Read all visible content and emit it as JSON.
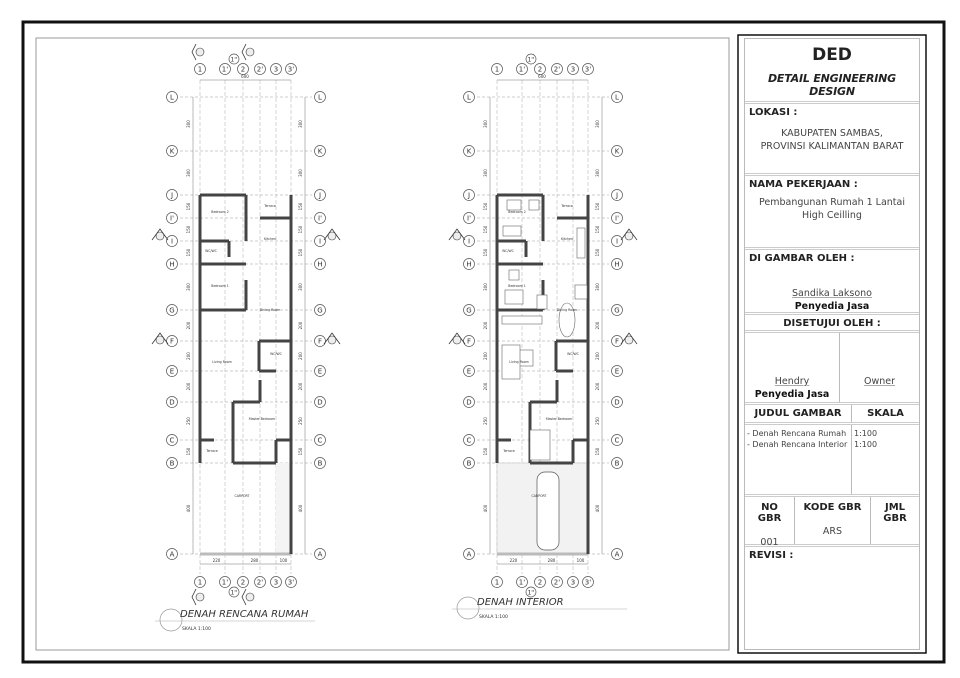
{
  "plans": [
    {
      "title": "DENAH RENCANA RUMAH",
      "scale": "SKALA 1:100",
      "rooms": [
        "Bedroom 2",
        "Terrace",
        "Kitchen",
        "WC/WC",
        "Bedroom 1",
        "Dining Room",
        "WC/WC",
        "Living Room",
        "Master Bedroom",
        "Terrace",
        "CARPORT"
      ]
    },
    {
      "title": "DENAH INTERIOR",
      "scale": "SKALA 1:100",
      "rooms": [
        "Bedroom 2",
        "Terrace",
        "Kitchen",
        "WC/WC",
        "Bedroom 1",
        "Dining Room",
        "WC/WC",
        "Living Room",
        "Master Bedroom",
        "Terrace",
        "CARPORT"
      ]
    }
  ],
  "grid": {
    "columns": [
      "1",
      "1'",
      "2",
      "2'",
      "3",
      "3'"
    ],
    "column_mid": "1''",
    "rows": [
      "L",
      "K",
      "J",
      "I'",
      "I",
      "H",
      "G",
      "F",
      "E",
      "D",
      "C",
      "B",
      "A"
    ],
    "row_dims": [
      "300",
      "300",
      "150",
      "150",
      "150",
      "300",
      "200",
      "200",
      "200",
      "250",
      "150",
      "400"
    ],
    "top_dim": "600",
    "bottom_dims": [
      "220",
      "280",
      "100"
    ]
  },
  "title_block": {
    "code": "DED",
    "subtitle": "DETAIL ENGINEERING DESIGN",
    "lokasi_label": "LOKASI :",
    "lokasi_line1": "KABUPATEN SAMBAS,",
    "lokasi_line2": "PROVINSI KALIMANTAN BARAT",
    "pekerjaan_label": "NAMA PEKERJAAN :",
    "pekerjaan_line1": "Pembangunan Rumah 1 Lantai",
    "pekerjaan_line2": "High Ceilling",
    "digambar_label": "DI GAMBAR OLEH :",
    "digambar_name": "Sandika Laksono",
    "digambar_role": "Penyedia Jasa",
    "disetujui_label": "DISETUJUI OLEH :",
    "disetujui_name": "Hendry",
    "disetujui_role": "Penyedia Jasa",
    "owner_label": "Owner",
    "judul_label": "JUDUL GAMBAR",
    "skala_label": "SKALA",
    "judul_items": [
      "- Denah Rencana Rumah",
      "- Denah Rencana Interior"
    ],
    "skala_items": [
      "1:100",
      "1:100"
    ],
    "no_gbr_label": "NO GBR",
    "kode_gbr_label": "KODE GBR",
    "jml_gbr_label": "JML GBR",
    "no_gbr": "001",
    "kode_gbr": "ARS",
    "revisi_label": "REVISI :"
  }
}
